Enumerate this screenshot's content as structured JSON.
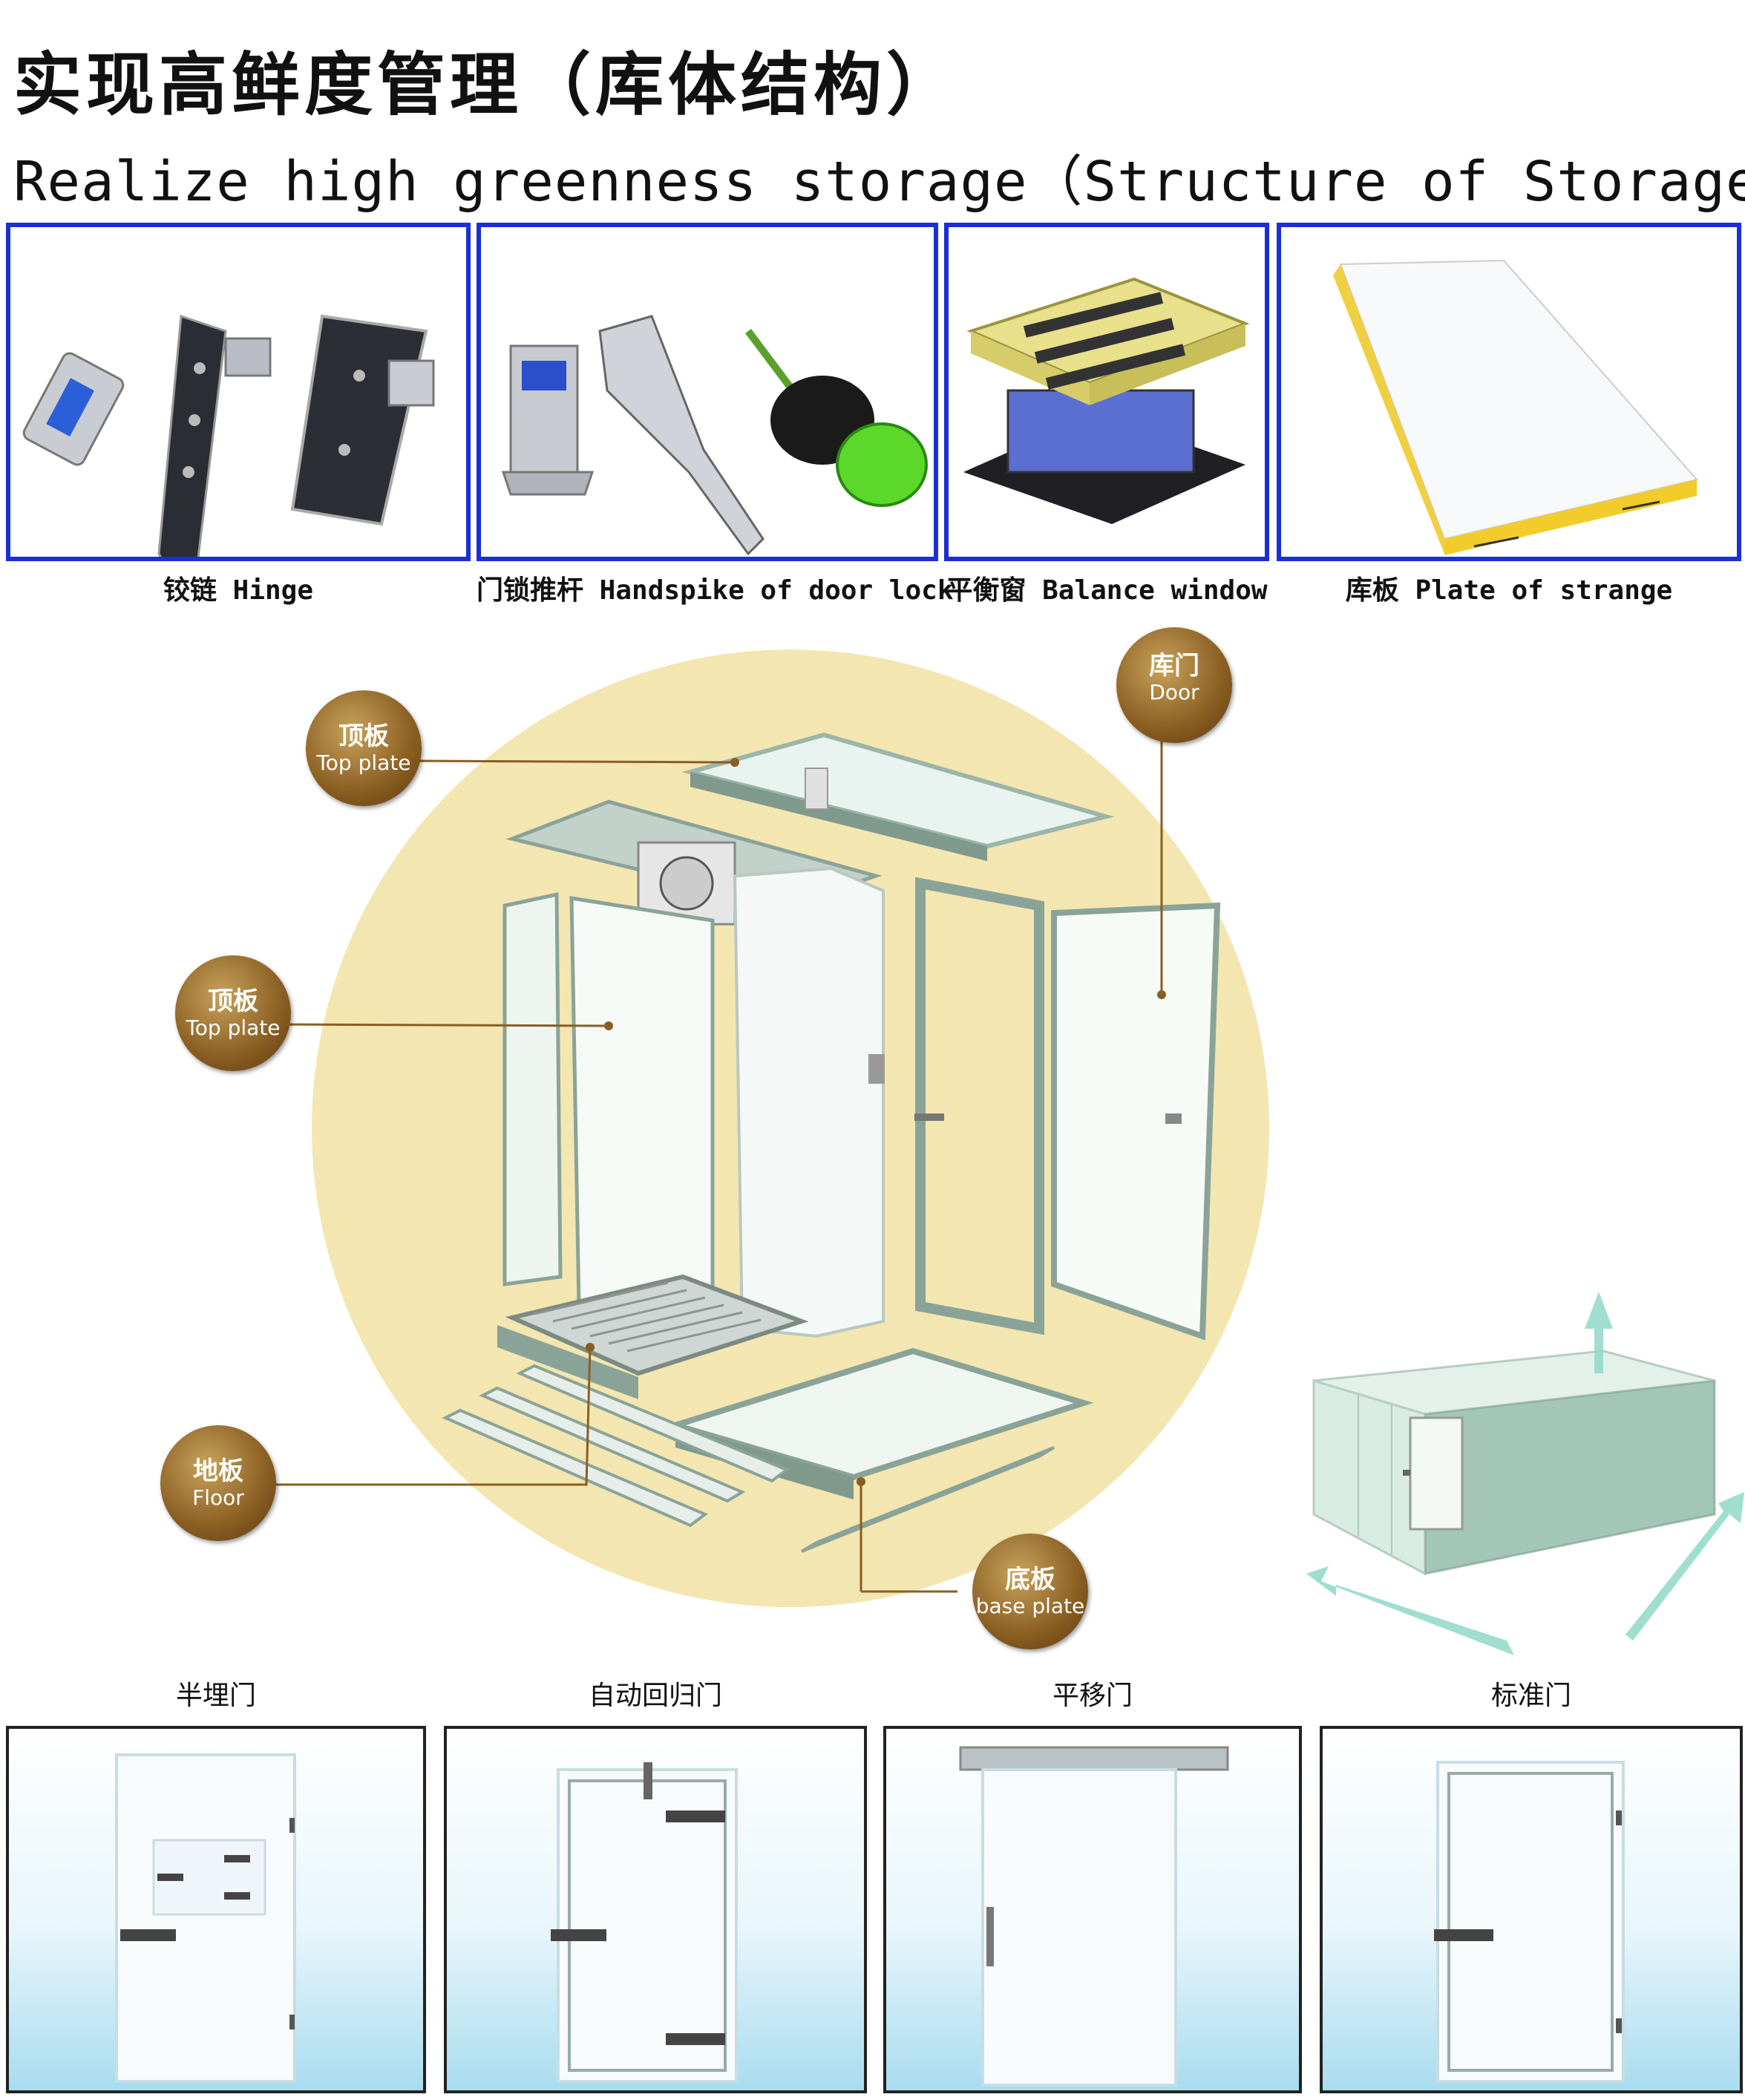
{
  "header": {
    "title_cn": "实现高鲜度管理（库体结构）",
    "title_en": "Realize high greenness storage（Structure of Storage)"
  },
  "parts": [
    {
      "label": "铰链 Hinge"
    },
    {
      "label": "门锁推杆 Handspike of door lock"
    },
    {
      "label": "平衡窗 Balance window"
    },
    {
      "label": "库板 Plate of strange"
    }
  ],
  "diagram": {
    "labels": {
      "door": {
        "cn": "库门",
        "en": "Door"
      },
      "top_plate_1": {
        "cn": "顶板",
        "en": "Top plate"
      },
      "top_plate_2": {
        "cn": "顶板",
        "en": "Top plate"
      },
      "floor": {
        "cn": "地板",
        "en": "Floor"
      },
      "base_plate": {
        "cn": "底板",
        "en": "base plate"
      }
    }
  },
  "door_types": [
    {
      "label": "半埋门"
    },
    {
      "label": "自动回归门"
    },
    {
      "label": "平移门"
    },
    {
      "label": "标准门"
    }
  ],
  "colors": {
    "frame_blue": "#1a2fd4",
    "badge_brown": "#8a5e22",
    "circle_yellow": "#f3e6b0",
    "panel_green": "#d6ede4"
  }
}
